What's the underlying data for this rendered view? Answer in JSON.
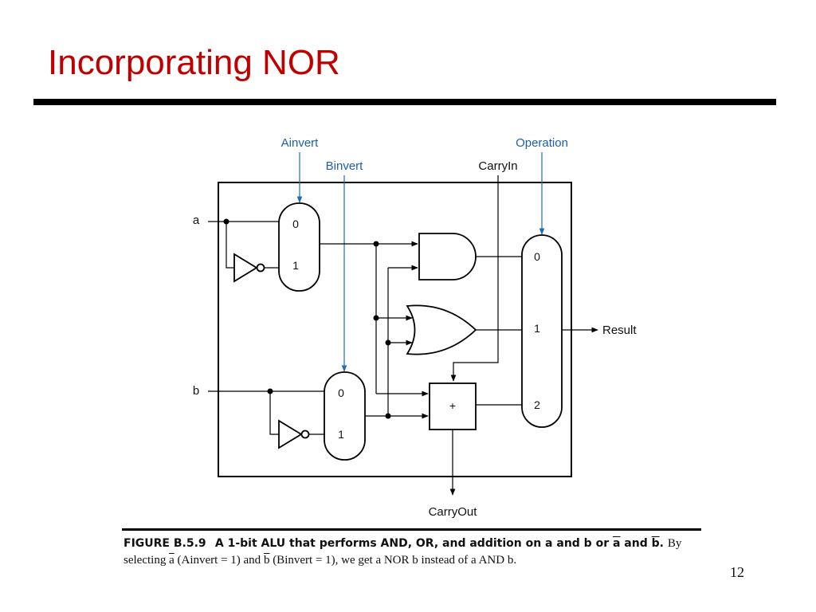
{
  "slide": {
    "title": "Incorporating NOR",
    "page_number": "12"
  },
  "diagram": {
    "signals": {
      "ainvert": "Ainvert",
      "binvert": "Binvert",
      "carryin": "CarryIn",
      "operation": "Operation",
      "a": "a",
      "b": "b",
      "result": "Result",
      "carryout": "CarryOut"
    },
    "mux_a_inputs": [
      "0",
      "1"
    ],
    "mux_b_inputs": [
      "0",
      "1"
    ],
    "mux_out_inputs": [
      "0",
      "1",
      "2"
    ],
    "adder_symbol": "+",
    "colors": {
      "control_lines": "#1f6fb4",
      "title": "#c00000"
    }
  },
  "caption": {
    "figure_label": "FIGURE B.5.9",
    "figure_title_parts": [
      {
        "text": "A 1-bit ALU that performs AND, OR, and addition on a and b or ",
        "overline": false
      },
      {
        "text": "a",
        "overline": true
      },
      {
        "text": " and ",
        "overline": false
      },
      {
        "text": "b",
        "overline": true
      },
      {
        "text": ".",
        "overline": false
      }
    ],
    "body_parts": [
      {
        "text": "By selecting ",
        "overline": false
      },
      {
        "text": "a",
        "overline": true
      },
      {
        "text": " (Ainvert = 1) and ",
        "overline": false
      },
      {
        "text": "b",
        "overline": true
      },
      {
        "text": " (Binvert = 1), we get a NOR b instead of a AND b.",
        "overline": false
      }
    ]
  }
}
